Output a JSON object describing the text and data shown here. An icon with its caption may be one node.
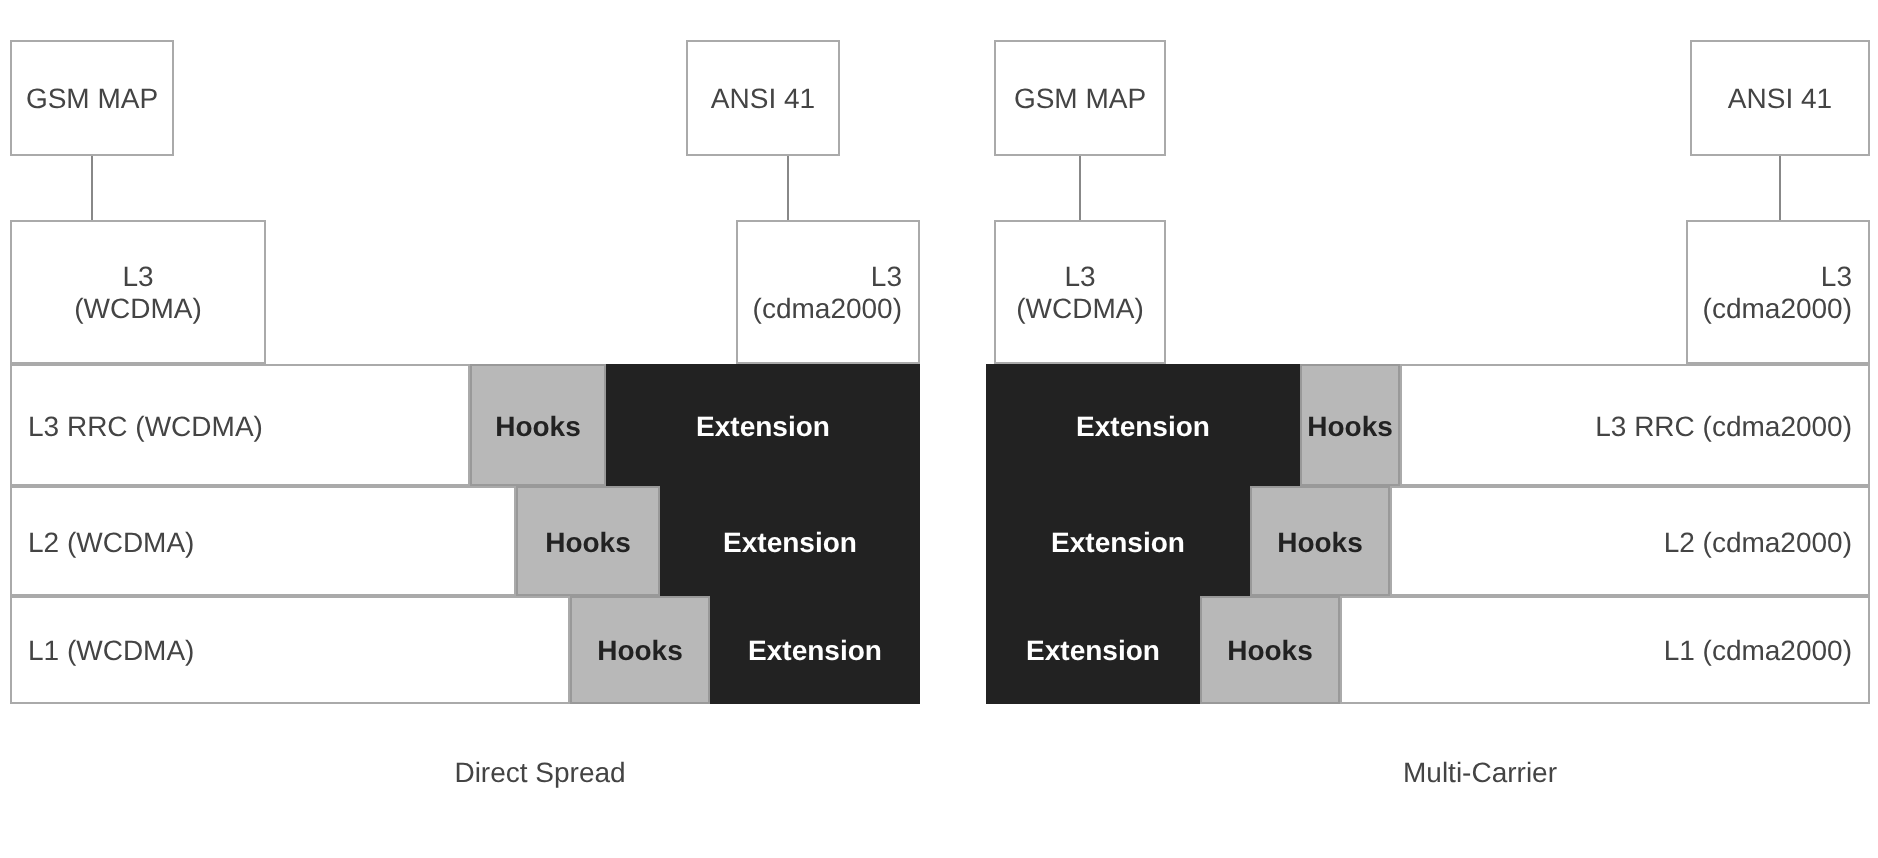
{
  "diagram": {
    "nodes": [
      {
        "text": [
          "GSM MAP"
        ]
      },
      {
        "text": [
          "ANSI 41"
        ]
      },
      {
        "text": [
          "L3 (WCDMA)"
        ]
      },
      {
        "text": [
          "L3 (cdma2000)"
        ]
      },
      {
        "text": [
          "L3 RRC (WCDMA)"
        ]
      },
      {
        "text": [
          "Hooks"
        ]
      },
      {
        "text": [
          "Extension"
        ]
      },
      {
        "text": [
          "L2 (WCDMA)"
        ]
      },
      {
        "text": [
          "Hooks"
        ]
      },
      {
        "text": [
          "Extension"
        ]
      },
      {
        "text": [
          "L1 (WCDMA)"
        ]
      },
      {
        "text": [
          "Hooks"
        ]
      },
      {
        "text": [
          "Extension"
        ]
      },
      {
        "text": [
          "GSM MAP"
        ]
      },
      {
        "text": [
          "ANSI 41"
        ]
      },
      {
        "text": [
          "L3 (WCDMA)"
        ]
      },
      {
        "text": [
          "L3 (cdma2000)"
        ]
      },
      {
        "text": [
          "Extension"
        ]
      },
      {
        "text": [
          "Hooks"
        ]
      },
      {
        "text": [
          "L3 RRC (cdma2000)"
        ]
      },
      {
        "text": [
          "Extension"
        ]
      },
      {
        "text": [
          "Hooks"
        ]
      },
      {
        "text": [
          "L2 (cdma2000)"
        ]
      },
      {
        "text": [
          "Extension"
        ]
      },
      {
        "text": [
          "Hooks"
        ]
      },
      {
        "text": [
          "L1 (cdma2000)"
        ]
      }
    ],
    "edges": [
      {
        "from": 0,
        "to": 2,
        "arrow": "none"
      },
      {
        "from": 1,
        "to": 3,
        "arrow": "none"
      },
      {
        "from": 13,
        "to": 15,
        "arrow": "none"
      },
      {
        "from": 14,
        "to": 16,
        "arrow": "none"
      }
    ],
    "labels": [
      "Direct Spread",
      "Multi-Carrier"
    ]
  }
}
